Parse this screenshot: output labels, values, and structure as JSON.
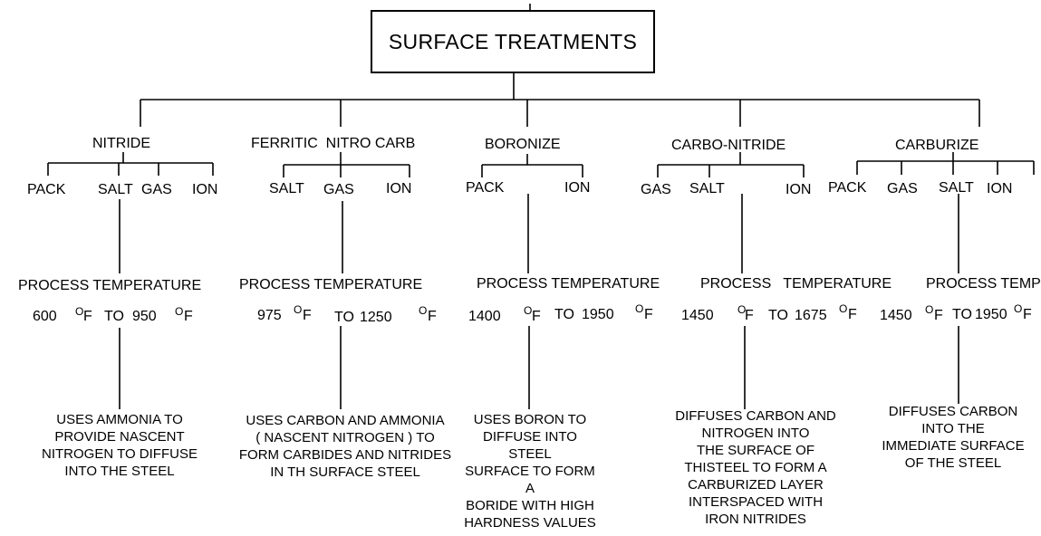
{
  "title": "SURFACE TREATMENTS",
  "branches": [
    {
      "name": "NITRIDE",
      "methods": [
        "PACK",
        "SALT",
        "GAS",
        "ION"
      ],
      "process_label": "PROCESS TEMPERATURE",
      "temp": {
        "low": "600",
        "sep": "TO",
        "high": "950",
        "unit": "F"
      },
      "description": "USES AMMONIA TO\nPROVIDE NASCENT\nNITROGEN TO DIFFUSE\nINTO THE STEEL"
    },
    {
      "name": "FERRITIC  NITRO CARB",
      "methods": [
        "SALT",
        "GAS",
        "ION"
      ],
      "process_label": "PROCESS TEMPERATURE",
      "temp": {
        "low": "975",
        "sep": "TO",
        "high": "1250",
        "unit": "F"
      },
      "description": "USES CARBON AND AMMONIA\n( NASCENT NITROGEN )  TO\nFORM CARBIDES AND NITRIDES\nIN TH SURFACE STEEL"
    },
    {
      "name": "BORONIZE",
      "methods": [
        "PACK",
        "ION"
      ],
      "process_label": "PROCESS TEMPERATURE",
      "temp": {
        "low": "1400",
        "sep": "TO",
        "high": "1950",
        "unit": "F"
      },
      "description": "USES BORON  TO\nDIFFUSE INTO STEEL\nSURFACE TO FORM A\nBORIDE  WITH HIGH\nHARDNESS VALUES"
    },
    {
      "name": "CARBO-NITRIDE",
      "methods": [
        "GAS",
        "SALT",
        "ION"
      ],
      "process_label": "PROCESS   TEMPERATURE",
      "temp": {
        "low": "1450",
        "sep": "TO",
        "high": "1675",
        "unit": "F"
      },
      "description": "DIFFUSES CARBON AND\nNITROGEN INTO\nTHE SURFACE OF\nTHISTEEL TO FORM A\nCARBURIZED LAYER\nINTERSPACED WITH\nIRON NITRIDES"
    },
    {
      "name": "CARBURIZE",
      "methods": [
        "PACK",
        "GAS",
        "SALT",
        "ION"
      ],
      "process_label": "PROCESS TEMP",
      "temp": {
        "low": "1450",
        "sep": "TO",
        "high": "1950",
        "unit": "F"
      },
      "description": "DIFFUSES CARBON\nINTO THE\nIMMEDIATE SURFACE\nOF THE STEEL"
    }
  ]
}
